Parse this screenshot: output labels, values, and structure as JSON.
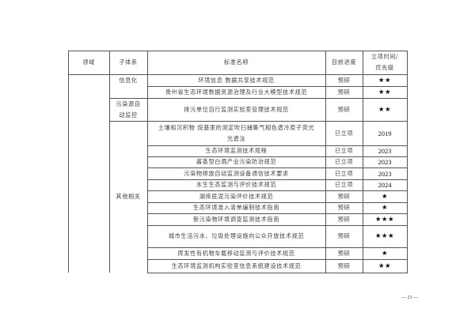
{
  "table": {
    "headers": {
      "domain": "领域",
      "subsystem": "子体系",
      "standard_name": "标准名称",
      "progress": "目前进度",
      "time_priority": "立项时间/优先级"
    },
    "groups": [
      {
        "subsystem": "信息化"
      },
      {
        "subsystem": "污染源自动监控"
      },
      {
        "subsystem": "其他相关"
      }
    ],
    "rows": [
      {
        "name": "环境信息 数据共享技术规范",
        "progress": "预研",
        "priority": "★★"
      },
      {
        "name": "贵州省生态环境数据资源治理及行业大模型技术规范",
        "progress": "预研",
        "priority": "★★"
      },
      {
        "name": "排污单位自行监测实验室管理技术规范",
        "progress": "预研",
        "priority": "★★"
      },
      {
        "name": "土壤和沉积物 烷基汞的测定吹扫捕集气相色谱冷原子荧光光谱法",
        "progress": "已立项",
        "priority": "2019"
      },
      {
        "name": "生态环境监测技术规程",
        "progress": "已立项",
        "priority": "2023"
      },
      {
        "name": "酱香型白酒产业污染防治规范",
        "progress": "已立项",
        "priority": "2023"
      },
      {
        "name": "污染物排放自动监测设备通信技术要求",
        "progress": "已立项",
        "priority": "2023"
      },
      {
        "name": "水生生态监测与评价技术规范",
        "progress": "已立项",
        "priority": "2024"
      },
      {
        "name": "湖库底泥污染评价技术规范",
        "progress": "预研",
        "priority": "★"
      },
      {
        "name": "生态环境准入清单编制技术指南",
        "progress": "预研",
        "priority": "★"
      },
      {
        "name": "新污染物环境调查监测技术指南",
        "progress": "预研",
        "priority": "★★★"
      },
      {
        "name": "城市生活污水、垃圾处理设施向公众开放技术规范",
        "progress": "预研",
        "priority": "★★★"
      },
      {
        "name": "挥发性有机物车载移动监测与评价技术规范",
        "progress": "预研",
        "priority": "★"
      },
      {
        "name": "生态环境监测机构实验室信息系统建设技术规范",
        "progress": "预研",
        "priority": "★★"
      }
    ]
  },
  "footer": {
    "page_number": "— 23 —"
  }
}
